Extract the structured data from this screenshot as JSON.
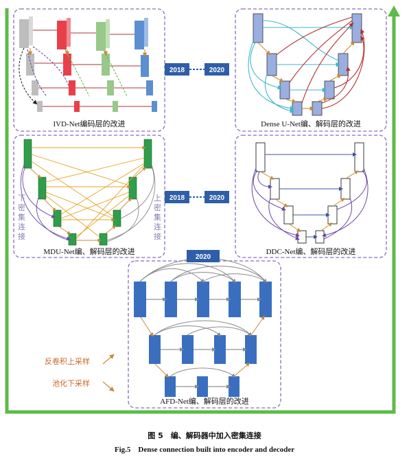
{
  "panels": {
    "ivd": {
      "label": "IVD-Net编码层的改进"
    },
    "dense_unet": {
      "label": "Dense U-Net编、解码层的改进"
    },
    "mdu": {
      "label": "MDU-Net编、解码层的改进"
    },
    "ddc": {
      "label": "DDC-Net编、解码层的改进"
    },
    "afd": {
      "label": "AFD-Net编、解码层的改进"
    }
  },
  "years": {
    "ivd": "2018",
    "dense_unet": "2020",
    "mdu": "2018",
    "ddc": "2020",
    "afd": "2020"
  },
  "side_labels": {
    "left": [
      "下",
      "密",
      "集",
      "连",
      "接"
    ],
    "right": [
      "上",
      "密",
      "集",
      "连",
      "接"
    ]
  },
  "legend": {
    "upsample": "反卷积上采样",
    "downsample": "池化下采样"
  },
  "colors": {
    "panel_border": "#8a6bbf",
    "timeline": "#5dbb4a",
    "year_box": "#2f5ea8",
    "legend_text": "#c86b2a"
  },
  "caption": {
    "zh": "图 5　编、解码器中加入密集连接",
    "en": "Fig.5　Dense connection built into encoder and decoder"
  }
}
